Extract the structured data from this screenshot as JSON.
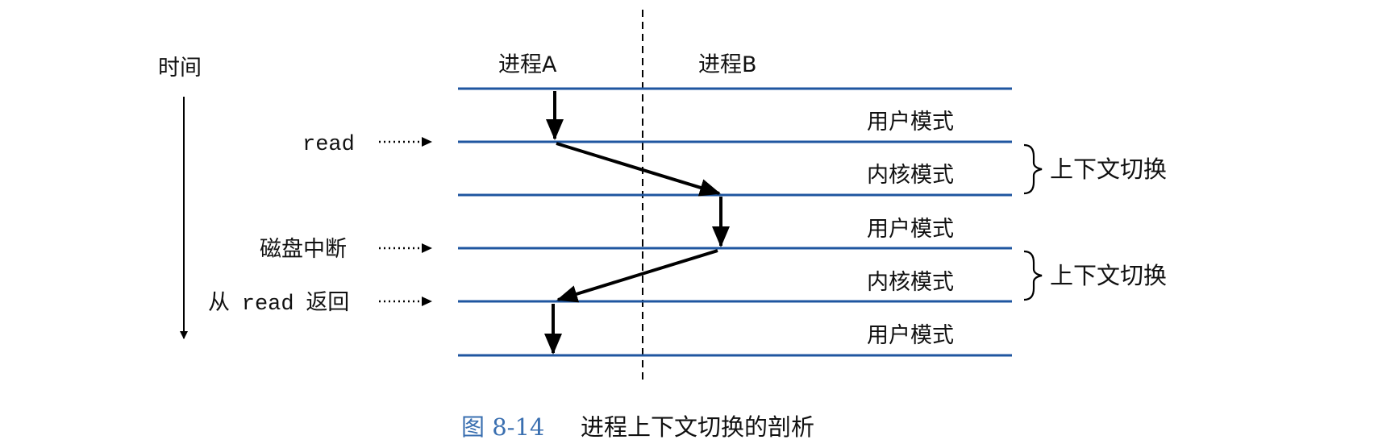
{
  "time_label": "时间",
  "process_a": "进程A",
  "process_b": "进程B",
  "modes": [
    "用户模式",
    "内核模式",
    "用户模式",
    "内核模式",
    "用户模式"
  ],
  "events": {
    "read": "read",
    "disk_interrupt": "磁盘中断",
    "return_prefix": "从",
    "return_code": "read",
    "return_suffix": "返回"
  },
  "context_switch": "上下文切换",
  "caption": {
    "number": "图 8-14",
    "title": "进程上下文切换的剖析"
  },
  "colors": {
    "line": "#1f56a0",
    "caption_number": "#3a6fb0",
    "text": "#111111"
  }
}
